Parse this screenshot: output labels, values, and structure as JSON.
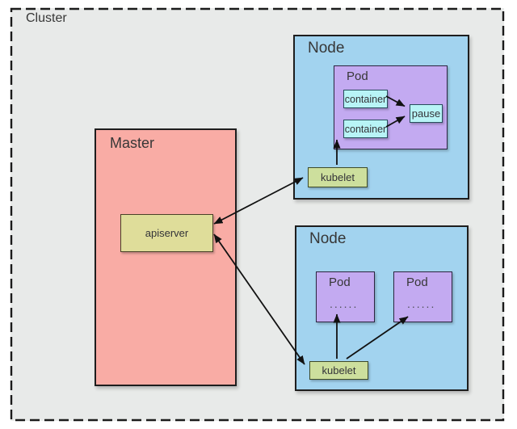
{
  "palette": {
    "canvas_bg": "#FFFFFF",
    "cluster_bg": "#E8EAE9",
    "cluster_border": "#1B1B1B",
    "master_bg": "#F9ACA5",
    "node_bg": "#A2D3EF",
    "pod_bg": "#C3AAF1",
    "container_bg": "#B8F4F6",
    "kubelet_bg": "#CDDF9D",
    "apiserver_bg": "#DFDD9A",
    "arrow_color": "#111111",
    "text_color": "#373737"
  },
  "cluster": {
    "label": "Cluster"
  },
  "master": {
    "label": "Master",
    "apiserver": {
      "label": "apiserver"
    }
  },
  "node_top": {
    "label": "Node",
    "pod": {
      "label": "Pod",
      "containers": [
        "container",
        "container"
      ],
      "pause": "pause"
    },
    "kubelet": "kubelet"
  },
  "node_bottom": {
    "label": "Node",
    "pods": [
      {
        "label": "Pod",
        "dots": "......"
      },
      {
        "label": "Pod",
        "dots": "......"
      }
    ],
    "kubelet": "kubelet"
  }
}
